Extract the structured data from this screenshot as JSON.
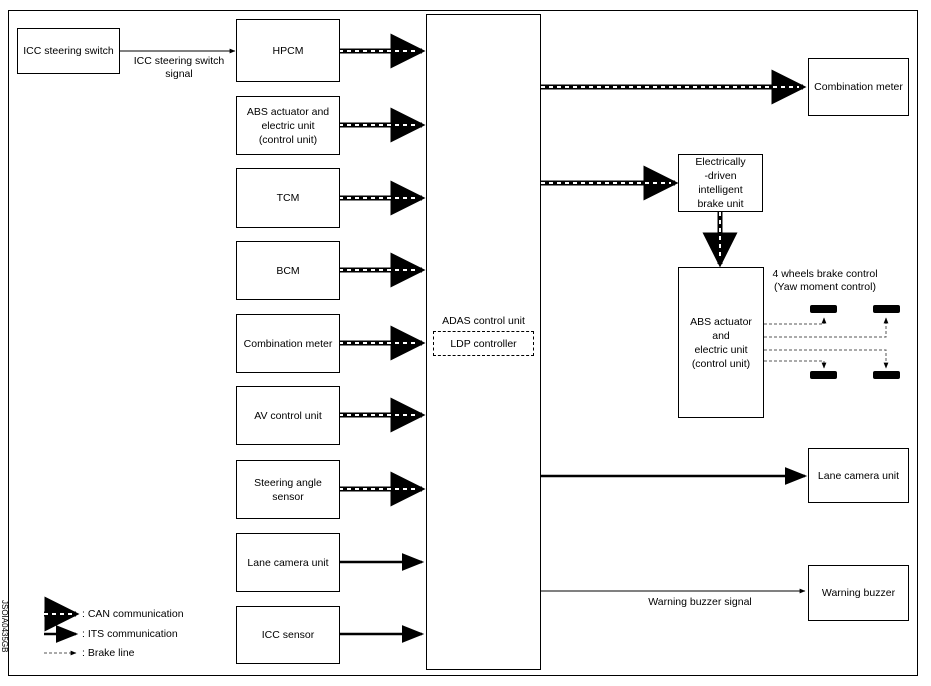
{
  "left_column": {
    "icc_steering_switch": "ICC steering switch",
    "icc_signal_line1": "ICC steering switch",
    "icc_signal_line2": "signal",
    "hpcm": "HPCM",
    "abs_line1": "ABS actuator and",
    "abs_line2": "electric unit",
    "abs_line3": "(control unit)",
    "tcm": "TCM",
    "bcm": "BCM",
    "combination_meter": "Combination meter",
    "av_control_unit": "AV control unit",
    "steering_line1": "Steering angle",
    "steering_line2": "sensor",
    "lane_camera_unit": "Lane camera unit",
    "icc_sensor": "ICC sensor"
  },
  "center": {
    "adas_control_unit": "ADAS control unit",
    "ldp_controller": "LDP controller"
  },
  "right_column": {
    "combination_meter": "Combination meter",
    "brake_line1": "Electrically",
    "brake_line2": "-driven",
    "brake_line3": "intelligent",
    "brake_line4": "brake unit",
    "wheels_line1": "4 wheels brake control",
    "wheels_line2": "(Yaw moment control)",
    "abs_r_line1": "ABS actuator",
    "abs_r_line2": "and",
    "abs_r_line3": "electric unit",
    "abs_r_line4": "(control unit)",
    "lane_camera_unit": "Lane camera unit",
    "warning_buzzer": "Warning buzzer",
    "warning_buzzer_signal": "Warning buzzer signal"
  },
  "legend": {
    "can": ": CAN communication",
    "its": ": ITS communication",
    "brake": ": Brake line"
  },
  "figure_id": "JSOIA0435GB"
}
